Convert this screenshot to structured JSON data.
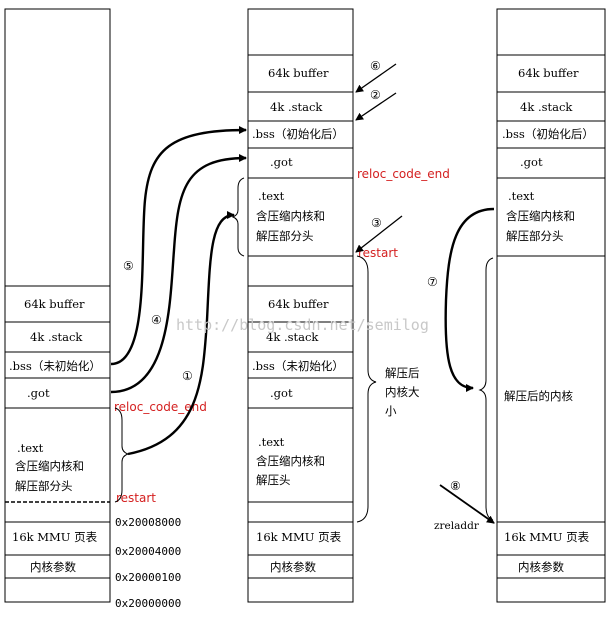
{
  "watermark": "http://blog.csdn.net/semilog",
  "left_column": {
    "buffer": "64k buffer",
    "stack": "4k .stack",
    "bss": ".bss（未初始化）",
    "got": ".got",
    "text_l1": ".text",
    "text_l2": "含压缩内核和",
    "text_l3": "解压部分头",
    "mmu": "16k MMU 页表",
    "params": "内核参数"
  },
  "middle_column": {
    "buffer_top": "64k buffer",
    "stack_top": "4k .stack",
    "bss_top": ".bss（初始化后）",
    "got_top": ".got",
    "text_top_l1": ".text",
    "text_top_l2": "含压缩内核和",
    "text_top_l3": "解压部分头",
    "buffer_low": "64k buffer",
    "stack_low": "4k .stack",
    "bss_low": ".bss（未初始化）",
    "got_low": ".got",
    "text_low_l1": ".text",
    "text_low_l2": "含压缩内核和",
    "text_low_l3": "解压头",
    "mmu": "16k MMU 页表",
    "params": "内核参数"
  },
  "right_column": {
    "buffer": "64k buffer",
    "stack": "4k .stack",
    "bss": ".bss（初始化后）",
    "got": ".got",
    "text_l1": ".text",
    "text_l2": "含压缩内核和",
    "text_l3": "解压部分头",
    "kernel": "解压后的内核",
    "mmu": "16k MMU 页表",
    "params": "内核参数"
  },
  "labels": {
    "reloc_left": "reloc_code_end",
    "restart_left": "restart",
    "reloc_mid": "reloc_code_end",
    "restart_mid": "restart",
    "size_l1": "解压后",
    "size_l2": "内核大",
    "size_l3": "小",
    "zreladdr": "zreladdr"
  },
  "addresses": [
    "0x20008000",
    "0x20004000",
    "0x20000100",
    "0x20000000"
  ],
  "step_numbers": {
    "s1": "①",
    "s2": "②",
    "s3": "③",
    "s4": "④",
    "s5": "⑤",
    "s6": "⑥",
    "s7": "⑦",
    "s8": "⑧"
  }
}
